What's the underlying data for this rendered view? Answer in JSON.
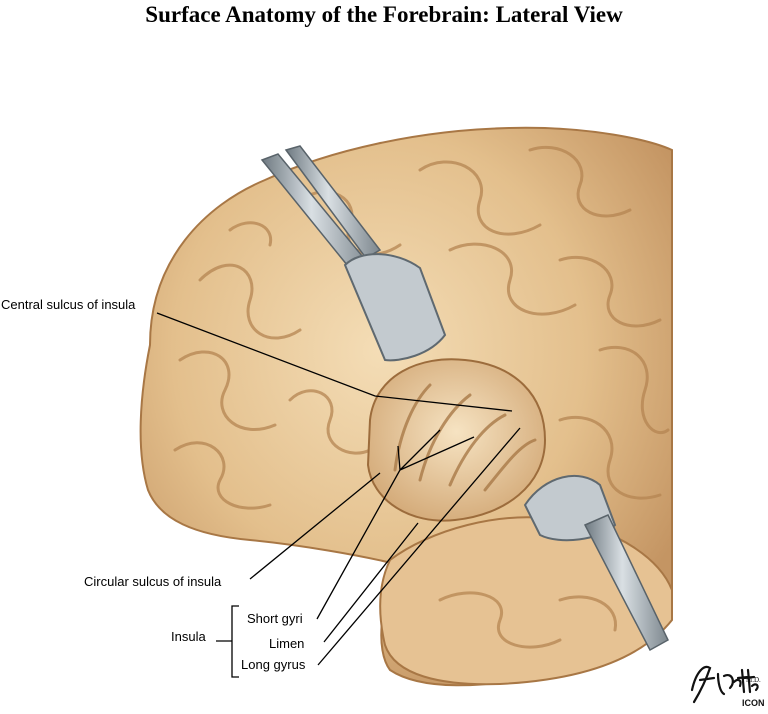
{
  "title": "Surface Anatomy of the Forebrain: Lateral View",
  "labels": {
    "central_sulcus": "Central sulcus of insula",
    "circular_sulcus": "Circular sulcus of insula",
    "insula": "Insula",
    "short_gyri": "Short gyri",
    "limen": "Limen",
    "long_gyrus": "Long gyrus"
  },
  "signature": {
    "text": "F. Netter M.D.",
    "mark": "ICON"
  },
  "colors": {
    "brain": "#e8c79a",
    "brain_shadow": "#b98a56",
    "retractor": "#9ea7ad",
    "leader_line": "#000000"
  }
}
